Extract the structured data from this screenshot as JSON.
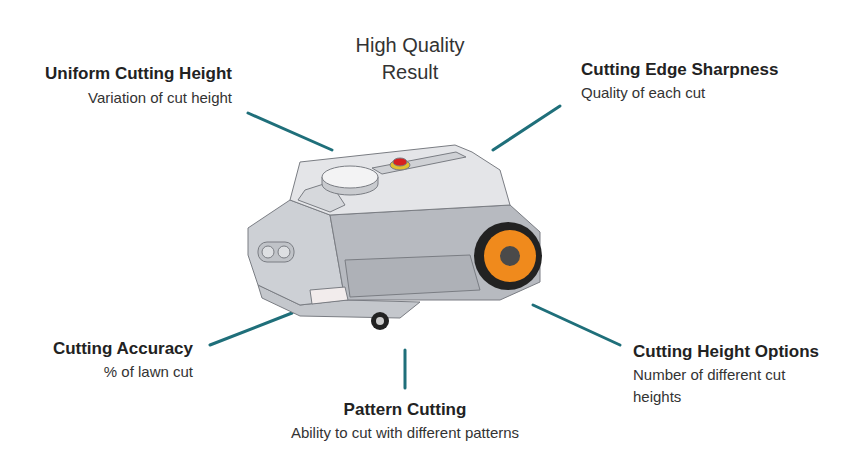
{
  "diagram": {
    "title": "High Quality Result",
    "labels": [
      "Uniform Cutting Height",
      "Variation of cut height",
      "Cutting Edge Sharpness",
      "Quality of each cut",
      "Cutting Accuracy",
      "% of lawn cut",
      "Pattern Cutting",
      "Ability to cut with different patterns",
      "Cutting Height Options",
      "Number of different cut heights"
    ]
  }
}
